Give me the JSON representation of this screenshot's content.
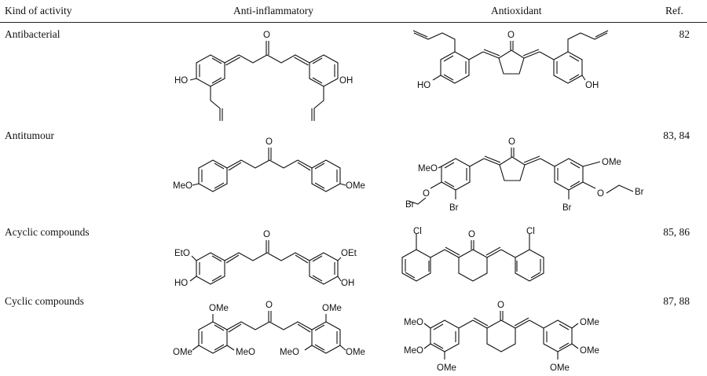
{
  "table": {
    "headers": {
      "kind": "Kind of activity",
      "anti": "Anti-inflammatory",
      "antiox": "Antioxidant",
      "ref": "Ref."
    },
    "rows": [
      {
        "label": "Antibacterial",
        "ref": "82",
        "anti_atoms": [
          "O",
          "HO",
          "OH"
        ],
        "antiox_atoms": [
          "O",
          "HO",
          "OH"
        ]
      },
      {
        "label": "Antitumour",
        "ref": "83, 84",
        "anti_atoms": [
          "O",
          "MeO",
          "OMe"
        ],
        "antiox_atoms": [
          "O",
          "MeO",
          "OMe",
          "O",
          "O",
          "Br",
          "Br",
          "Br",
          "Br"
        ]
      },
      {
        "label": "Acyclic compounds",
        "ref": "85, 86",
        "anti_atoms": [
          "O",
          "EtO",
          "OEt",
          "HO",
          "OH"
        ],
        "antiox_atoms": [
          "O",
          "Cl",
          "Cl"
        ]
      },
      {
        "label": "Cyclic compounds",
        "ref": "87, 88",
        "anti_atoms": [
          "O",
          "OMe",
          "OMe",
          "MeO",
          "OMe",
          "MeO",
          "OMe"
        ],
        "antiox_atoms": [
          "O",
          "MeO",
          "MeO",
          "OMe",
          "OMe",
          "OMe",
          "OMe"
        ]
      }
    ]
  }
}
